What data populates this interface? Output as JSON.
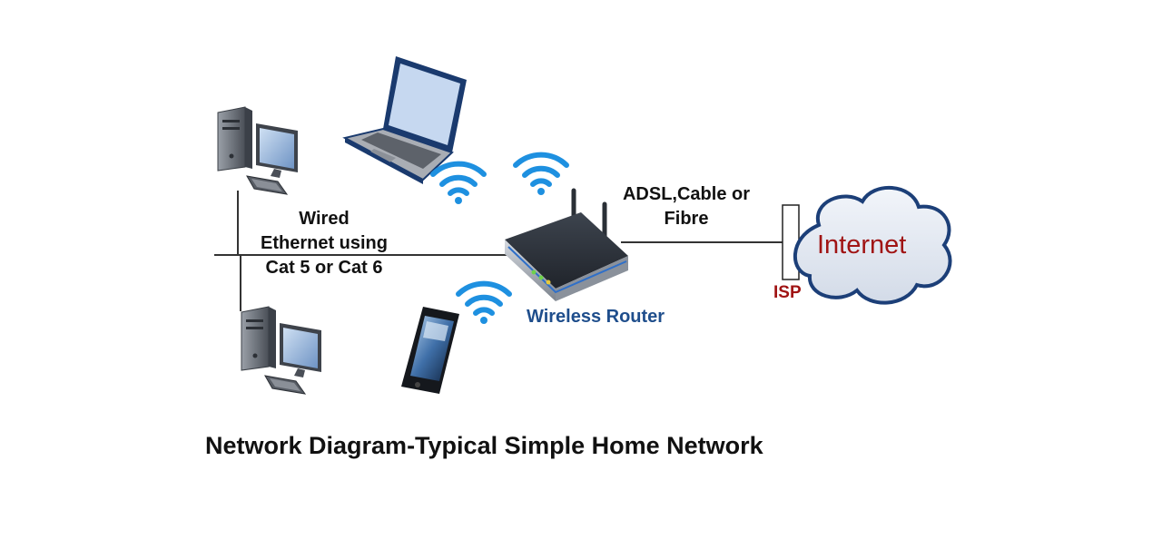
{
  "title": "Network Diagram-Typical Simple Home Network",
  "labels": {
    "wired_line1": "Wired",
    "wired_line2": "Ethernet using",
    "wired_line3": "Cat 5 or Cat 6",
    "adsl_line1": "ADSL,Cable or",
    "adsl_line2": "Fibre",
    "router": "Wireless Router",
    "isp": "ISP",
    "internet": "Internet"
  },
  "colors": {
    "router_label": "#1f4e8c",
    "isp_label": "#a01414",
    "internet_label": "#a01414",
    "cloud_fill": "#e6ebf3",
    "cloud_stroke": "#1c3f78",
    "wifi": "#1e90e0",
    "line": "#333333"
  },
  "nodes": [
    {
      "id": "desktop-top",
      "icon": "desktop-computer-icon"
    },
    {
      "id": "desktop-bottom",
      "icon": "desktop-computer-icon"
    },
    {
      "id": "laptop",
      "icon": "laptop-icon"
    },
    {
      "id": "smartphone",
      "icon": "smartphone-icon"
    },
    {
      "id": "router",
      "icon": "wireless-router-icon"
    },
    {
      "id": "isp",
      "icon": "isp-box-icon"
    },
    {
      "id": "internet",
      "icon": "cloud-icon"
    }
  ],
  "connections": [
    {
      "from": "desktop-top",
      "to": "router",
      "type": "wired"
    },
    {
      "from": "desktop-bottom",
      "to": "router",
      "type": "wired"
    },
    {
      "from": "router",
      "to": "isp",
      "type": "wired"
    },
    {
      "from": "laptop",
      "to": "router",
      "type": "wireless"
    },
    {
      "from": "smartphone",
      "to": "router",
      "type": "wireless"
    }
  ]
}
